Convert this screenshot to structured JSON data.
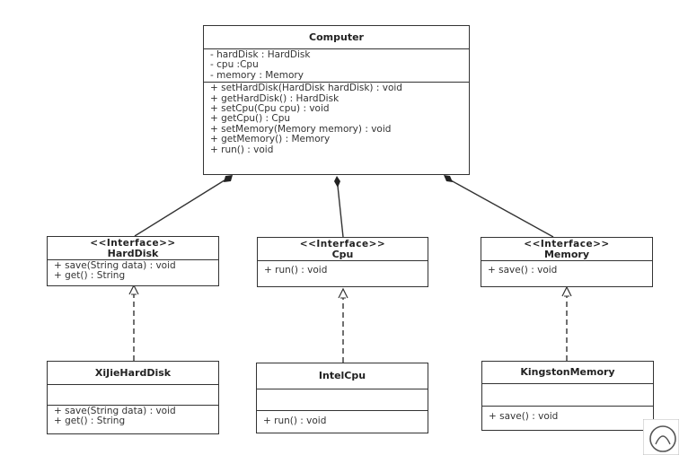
{
  "classes": {
    "computer": {
      "name": "Computer",
      "attributes": [
        "- hardDisk : HardDisk",
        "- cpu :Cpu",
        "- memory : Memory"
      ],
      "methods": [
        "+ setHardDisk(HardDisk hardDisk) : void",
        "+ getHardDisk() : HardDisk",
        "+ setCpu(Cpu cpu) : void",
        "+ getCpu() : Cpu",
        "+ setMemory(Memory memory) : void",
        "+ getMemory() : Memory",
        "+ run() : void"
      ]
    },
    "harddisk": {
      "stereotype": "<<Interface>>",
      "name": "HardDisk",
      "methods": [
        "+ save(String data) : void",
        "+ get() : String"
      ]
    },
    "cpu": {
      "stereotype": "<<Interface>>",
      "name": "Cpu",
      "methods": [
        "+ run() : void"
      ]
    },
    "memory": {
      "stereotype": "<<Interface>>",
      "name": "Memory",
      "methods": [
        "+ save() : void"
      ]
    },
    "xijie": {
      "name": "XiJieHardDisk",
      "methods": [
        "+ save(String data) : void",
        "+ get() : String"
      ]
    },
    "intel": {
      "name": "IntelCpu",
      "methods": [
        "+ run() : void"
      ]
    },
    "kingston": {
      "name": "KingstonMemory",
      "methods": [
        "+ save() : void"
      ]
    }
  },
  "relations": [
    {
      "type": "composition",
      "from": "Computer",
      "to": "HardDisk"
    },
    {
      "type": "composition",
      "from": "Computer",
      "to": "Cpu"
    },
    {
      "type": "composition",
      "from": "Computer",
      "to": "Memory"
    },
    {
      "type": "realization",
      "from": "XiJieHardDisk",
      "to": "HardDisk"
    },
    {
      "type": "realization",
      "from": "IntelCpu",
      "to": "Cpu"
    },
    {
      "type": "realization",
      "from": "KingstonMemory",
      "to": "Memory"
    }
  ]
}
